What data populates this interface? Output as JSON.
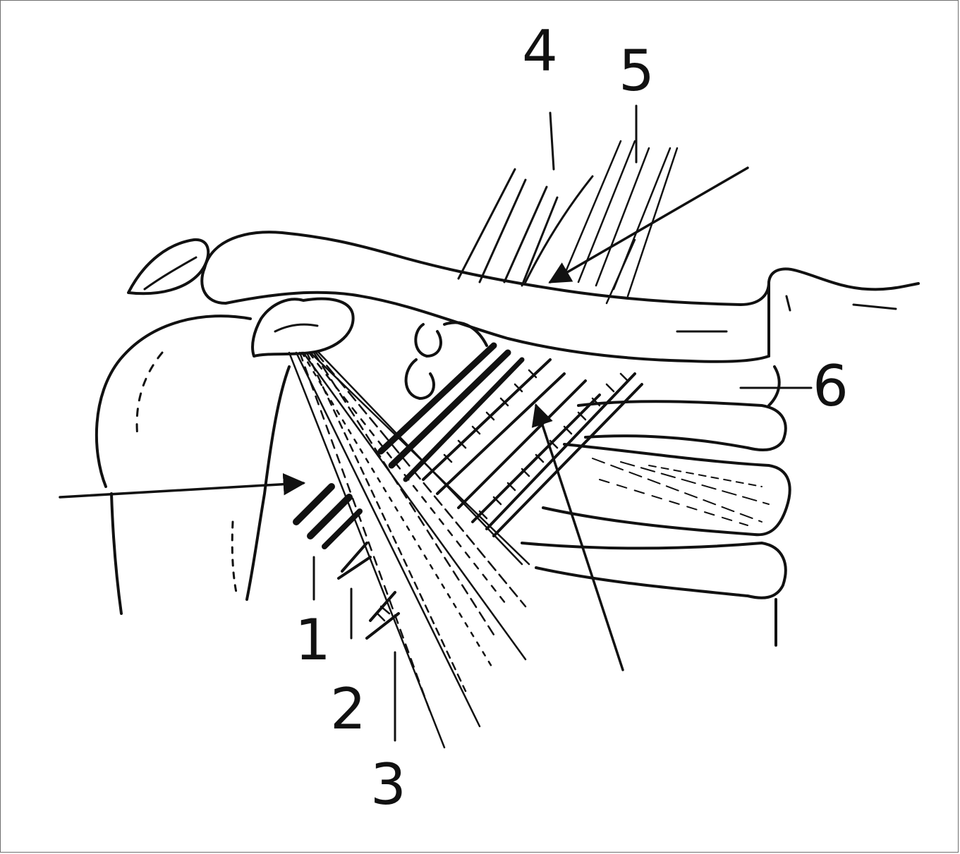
{
  "labels": {
    "l1": "1",
    "l2": "2",
    "l3": "3",
    "l4": "4",
    "l5": "5",
    "l6": "6"
  },
  "colors": {
    "ink": "#111111",
    "paper": "#ffffff",
    "frame": "#6e6e6e"
  }
}
